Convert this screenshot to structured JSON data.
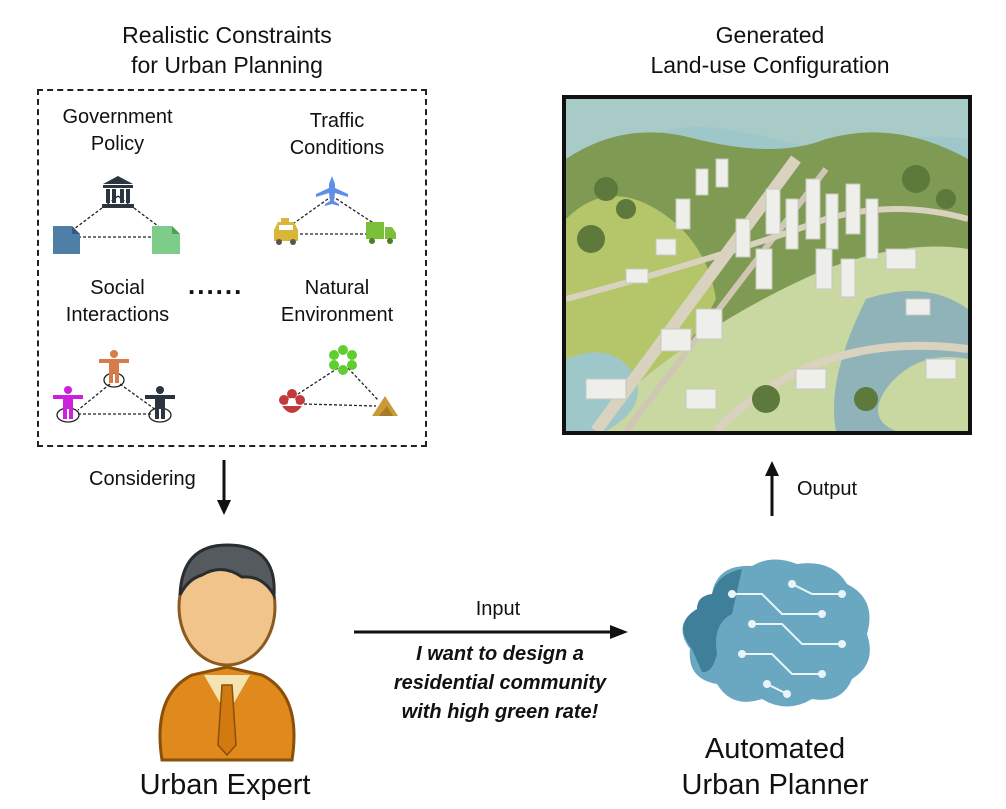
{
  "constraints": {
    "title_line1": "Realistic Constraints",
    "title_line2": "for Urban Planning",
    "government": {
      "line1": "Government",
      "line2": "Policy",
      "icon": "bank-icon"
    },
    "traffic": {
      "line1": "Traffic",
      "line2": "Conditions",
      "icon": "airplane-icon"
    },
    "social": {
      "line1": "Social",
      "line2": "Interactions",
      "icon": "person-icon"
    },
    "natural": {
      "line1": "Natural",
      "line2": "Environment",
      "icon": "flower-icon"
    },
    "ellipsis": "......"
  },
  "output_panel": {
    "title_line1": "Generated",
    "title_line2": "Land-use Configuration"
  },
  "arrows": {
    "considering": "Considering",
    "output": "Output",
    "input": "Input"
  },
  "prompt": {
    "line1": "I want to design a",
    "line2": "residential community",
    "line3": "with high green rate!"
  },
  "expert": {
    "label": "Urban Expert"
  },
  "planner": {
    "line1": "Automated",
    "line2": "Urban Planner"
  },
  "colors": {
    "gov_doc_blue": "#4f7fa6",
    "gov_doc_green": "#7dcc8a",
    "plane_blue": "#5f8fe8",
    "taxi_yellow": "#d9b53a",
    "truck_green": "#7bbf3b",
    "person_orange": "#d97a4a",
    "person_magenta": "#cc22dd",
    "person_dark": "#2a3540",
    "flower_green": "#5fcf2f",
    "flower_red": "#c23a3a",
    "mountain_gold": "#c99a3a",
    "brain_blue": "#4f8fa8",
    "expert_orange": "#e08a1e"
  }
}
